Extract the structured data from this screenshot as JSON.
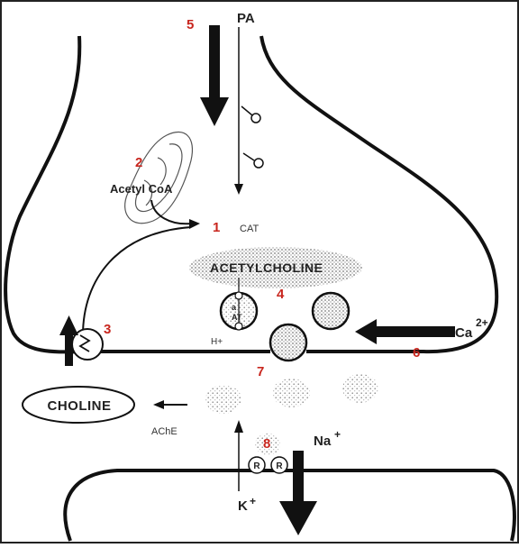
{
  "labels": {
    "pa": "PA",
    "acetyl_coa": "Acetyl CoA",
    "cat": "CAT",
    "acetylcholine": "ACETYLCHOLINE",
    "choline": "CHOLINE",
    "ache": "AChE",
    "h_plus": "H+",
    "ca": "Ca",
    "ca_charge": "2+",
    "na": "Na",
    "na_charge": "+",
    "k": "K",
    "k_charge": "+",
    "receptor": "R",
    "vesicle_a": "a",
    "vesicle_at": "AT"
  },
  "step_numbers": {
    "n1": "1",
    "n2": "2",
    "n3": "3",
    "n4": "4",
    "n5": "5",
    "n6": "6",
    "n7": "7",
    "n8": "8"
  },
  "colors": {
    "number_red": "#c8261e",
    "line": "#111111",
    "stipple": "#8a8a8a"
  }
}
